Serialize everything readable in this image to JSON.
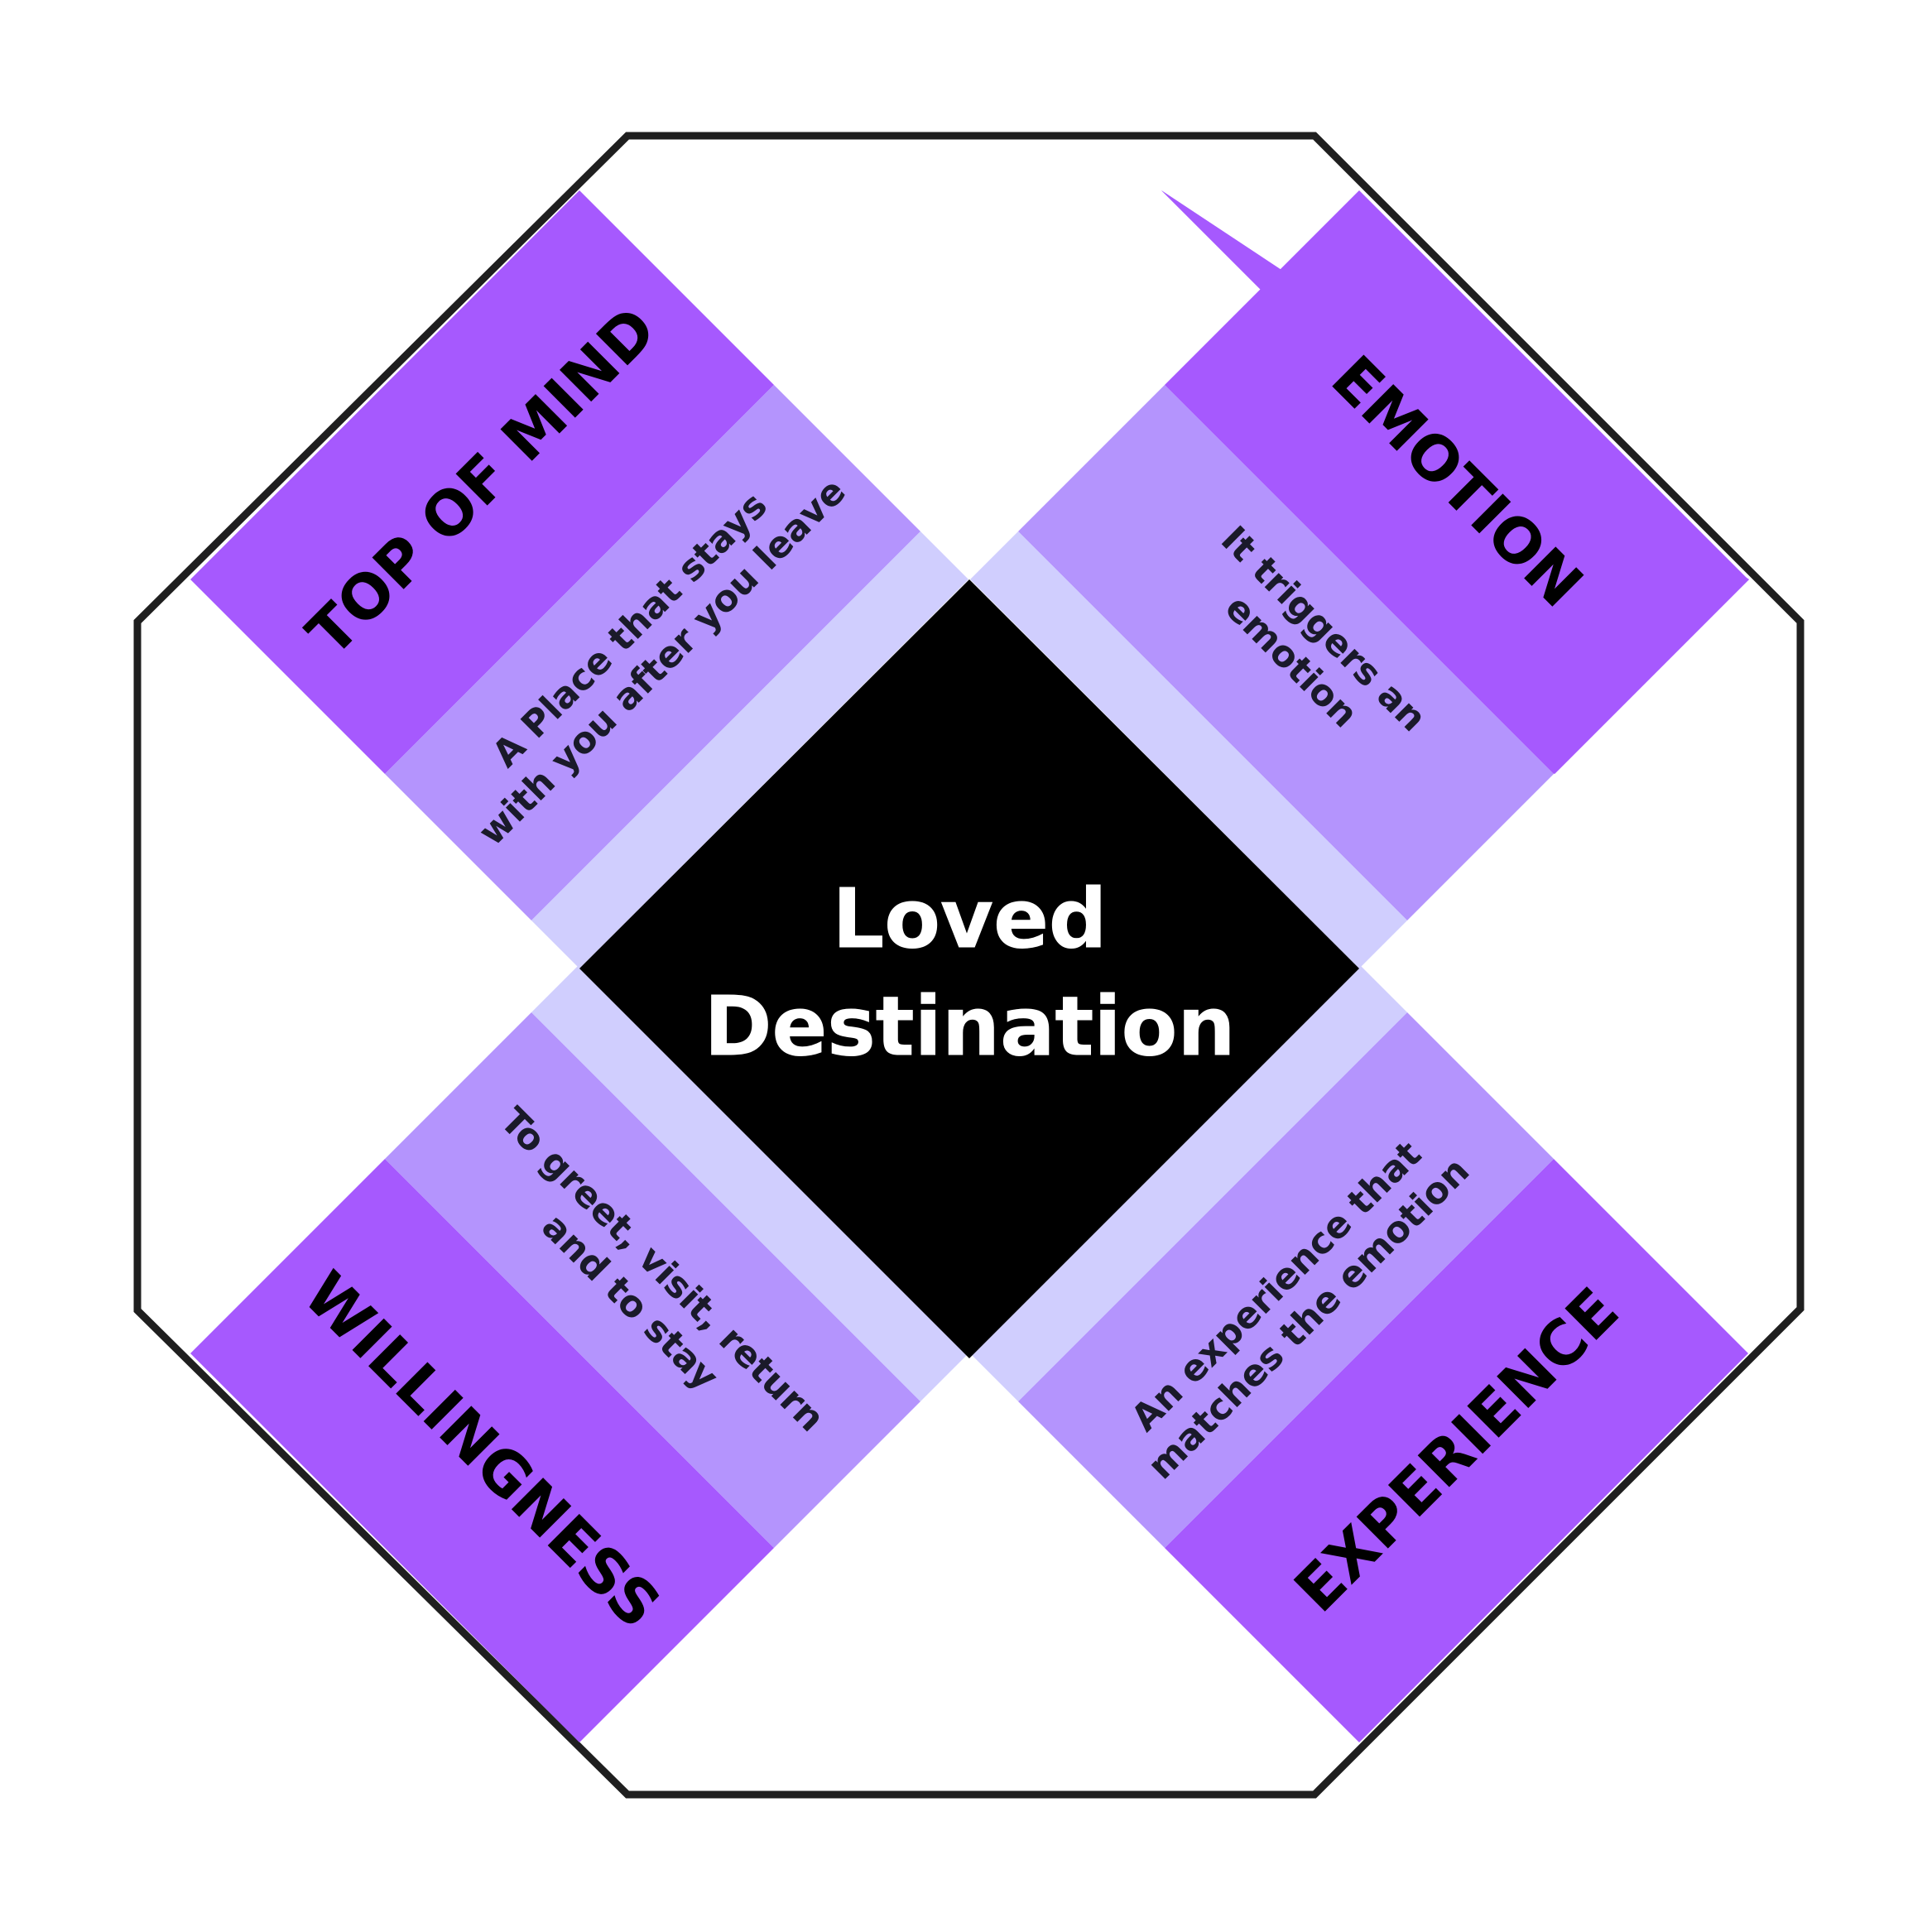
{
  "center": {
    "line1": "Loved",
    "line2": "Destination"
  },
  "colors": {
    "outer_band": "#a659fe",
    "middle_band": "#b494fd",
    "inner_band": "#d0cefe",
    "center": "#000000",
    "outline": "#1f1f1f"
  },
  "quadrants": {
    "top_left": {
      "title": "TOP OF MIND",
      "desc_line1": "A Place that stays",
      "desc_line2": "with you after you leave"
    },
    "top_right": {
      "title": "EMOTION",
      "desc_line1": "It triggers an",
      "desc_line2": "emotion"
    },
    "bottom_left": {
      "title": "WILLINGNESS",
      "desc_line1": "To greet, visit, return",
      "desc_line2": "and to stay"
    },
    "bottom_right": {
      "title": "EXPERIENCE",
      "desc_line1": "An experience that",
      "desc_line2": "matches the emotion"
    }
  }
}
